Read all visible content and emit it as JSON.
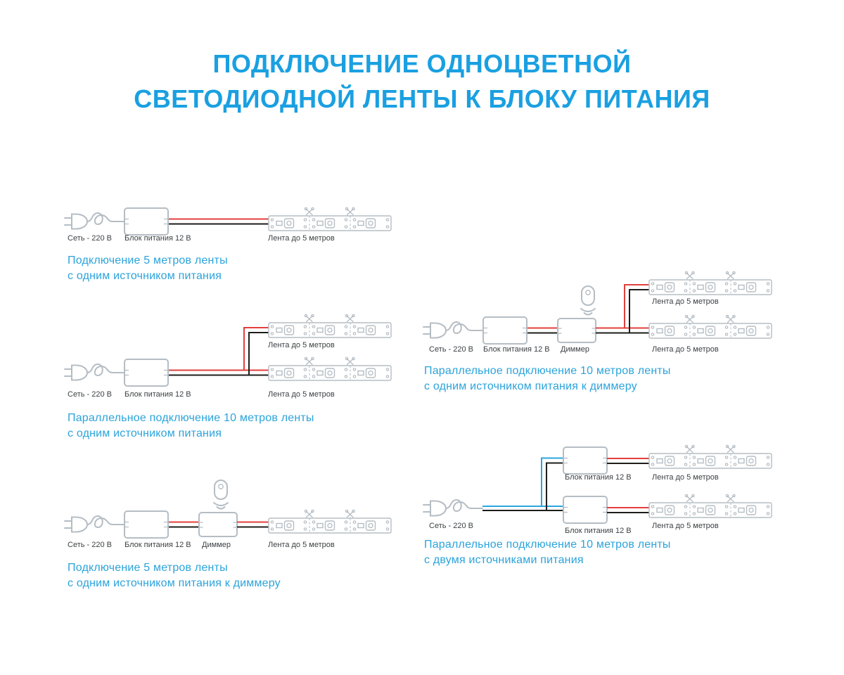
{
  "title": {
    "line1": "ПОДКЛЮЧЕНИЕ ОДНОЦВЕТНОЙ",
    "line2": "СВЕТОДИОДНОЙ ЛЕНТЫ К БЛОКУ ПИТАНИЯ"
  },
  "labels": {
    "mains": "Сеть - 220 В",
    "psu": "Блок питания 12 В",
    "dimmer": "Диммер",
    "strip": "Лента до 5 метров"
  },
  "captions": {
    "d1": [
      "Подключение 5 метров ленты",
      "с одним источником питания"
    ],
    "d2": [
      "Параллельное подключение 10 метров ленты",
      "с одним источником питания"
    ],
    "d3": [
      "Подключение 5 метров ленты",
      "с одним источником питания к диммеру"
    ],
    "d4": [
      "Параллельное подключение 10 метров ленты",
      "с одним источником питания к диммеру"
    ],
    "d5": [
      "Параллельное подключение 10 метров ленты",
      "с двумя источниками питания"
    ]
  },
  "colors": {
    "accent": "#1aa0e1",
    "caption": "#2ba3db",
    "outline": "#b5bdc4",
    "wire_red": "#e2403c",
    "wire_black": "#1d1d1b",
    "wire_blue": "#2aa6de",
    "label_text": "#3c4043"
  }
}
